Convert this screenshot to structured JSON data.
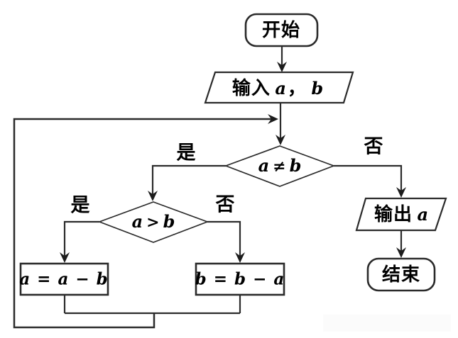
{
  "flowchart": {
    "start": {
      "label": "开始"
    },
    "input": {
      "action": "输入",
      "var_a": "a",
      "separator": "，",
      "var_b": "b"
    },
    "decision_outer": {
      "lhs": "a",
      "op": "≠",
      "rhs": "b",
      "yes": "是",
      "no": "否"
    },
    "decision_inner": {
      "lhs": "a",
      "op": ">",
      "rhs": "b",
      "yes": "是",
      "no": "否"
    },
    "process_left": {
      "label": "a = a − b"
    },
    "process_right": {
      "label": "b = b − a"
    },
    "output": {
      "action": "输出",
      "var": "a"
    },
    "end": {
      "label": "结束"
    },
    "colors": {
      "line": "#2b2b2b",
      "text": "#000000",
      "background": "#ffffff"
    }
  }
}
